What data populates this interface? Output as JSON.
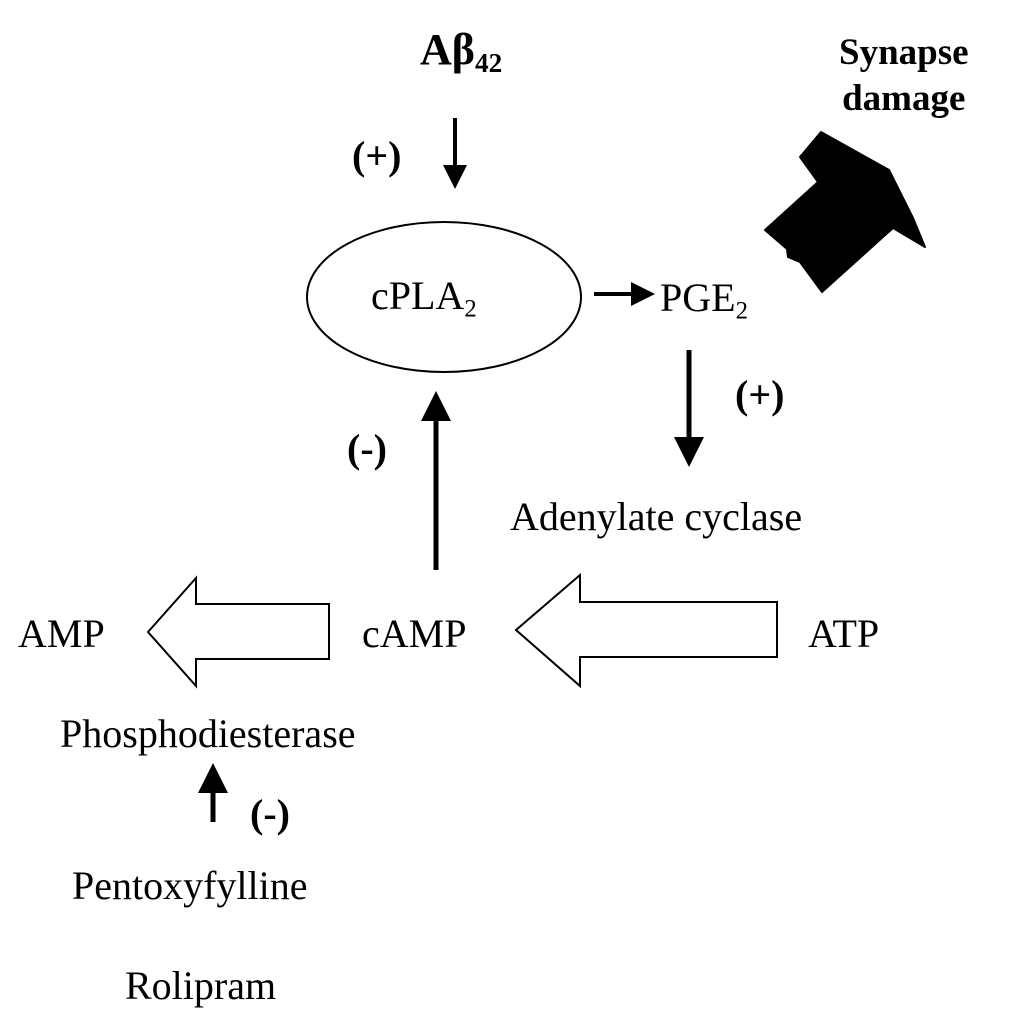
{
  "nodes": {
    "abeta": {
      "main": "Aβ",
      "sub": "42"
    },
    "synapse_damage": {
      "line1": "Synapse",
      "line2": "damage"
    },
    "cpla2": {
      "main": "cPLA",
      "sub": "2"
    },
    "pge2": {
      "main": "PGE",
      "sub": "2"
    },
    "adenylate_cyclase": "Adenylate cyclase",
    "camp": "cAMP",
    "atp": "ATP",
    "amp": "AMP",
    "phosphodiesterase": "Phosphodiesterase",
    "pentoxyfylline": "Pentoxyfylline",
    "rolipram": "Rolipram"
  },
  "signs": {
    "abeta_to_cpla2": "(+)",
    "pge2_to_adenylate_cyclase": "(+)",
    "camp_to_cpla2": "(-)",
    "drugs_to_phosphodiesterase": "(-)"
  },
  "colors": {
    "ink": "#000000",
    "background": "#ffffff"
  }
}
